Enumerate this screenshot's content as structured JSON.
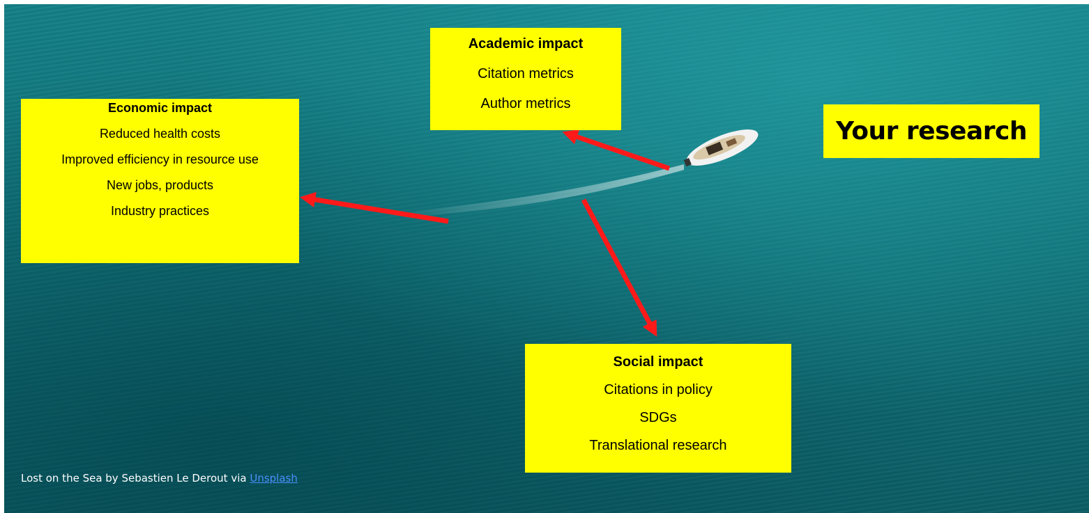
{
  "academic": {
    "title": "Academic impact",
    "items": [
      "Citation metrics",
      "Author metrics"
    ]
  },
  "economic": {
    "title": "Economic impact",
    "items": [
      "Reduced health costs",
      "Improved efficiency in resource use",
      "New jobs, products",
      "Industry practices"
    ]
  },
  "social": {
    "title": "Social impact",
    "items": [
      "Citations in policy",
      "SDGs",
      "Translational research"
    ]
  },
  "research_label": "Your research",
  "caption": {
    "text": "Lost on the Sea by Sebastien Le Derout via",
    "link_label": "Unsplash"
  },
  "colors": {
    "box": "#ffff00",
    "arrow": "#ff1a1a",
    "sea": "#0f7077",
    "link": "#4a90ff"
  }
}
